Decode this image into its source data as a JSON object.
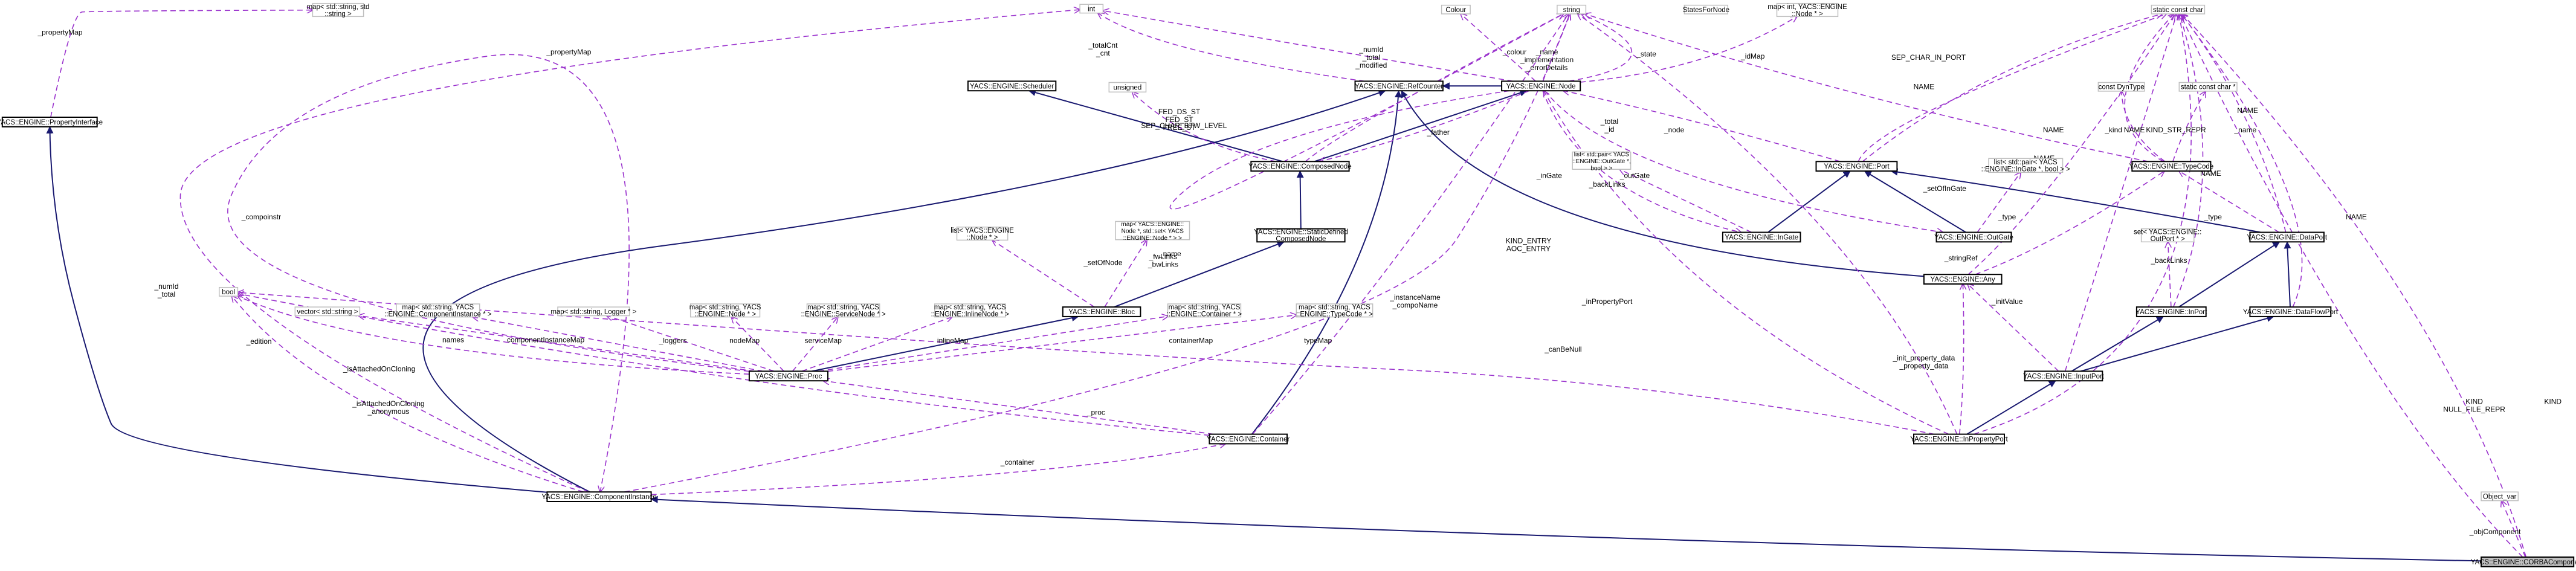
{
  "nodes": {
    "map_string_string_top": "map< std::string, std\n::string >",
    "int": "int",
    "colour": "Colour",
    "string": "string",
    "states_for_node": "StatesForNode",
    "map_int_node": "map< int, YACS::ENGINE\n::Node * >",
    "static_const_char_top": "static const char",
    "property_interface": "YACS::ENGINE::PropertyInterface",
    "scheduler": "YACS::ENGINE::Scheduler",
    "unsigned": "unsigned",
    "ref_counter": "YACS::ENGINE::RefCounter",
    "node": "YACS::ENGINE::Node",
    "composed_node": "YACS::ENGINE::ComposedNode",
    "const_dyn_type": "const DynType",
    "static_const_char_mid": "static const char *",
    "list_pair_outgate": "list< std::pair< YACS\n::ENGINE::OutGate *,\nbool > >",
    "port": "YACS::ENGINE::Port",
    "list_pair_ingate": "list< std::pair< YACS\n::ENGINE::InGate *, bool > >",
    "type_code": "YACS::ENGINE::TypeCode",
    "map_node_set": "map< YACS::ENGINE::\nNode *, std::set< YACS\n::ENGINE::Node * > >",
    "list_node": "list< YACS::ENGINE\n::Node * >",
    "static_defined_composed_node": "YACS::ENGINE::StaticDefined\nComposedNode",
    "in_gate": "YACS::ENGINE::InGate",
    "out_gate": "YACS::ENGINE::OutGate",
    "data_port": "YACS::ENGINE::DataPort",
    "set_outport": "set< YACS::ENGINE::\nOutPort * >",
    "any": "YACS::ENGINE::Any",
    "bool": "bool",
    "vector_string": "vector< std::string >",
    "map_component_instance": "map< std::string, YACS\n::ENGINE::ComponentInstance * >",
    "map_logger": "map< std::string, Logger * >",
    "map_node": "map< std::string, YACS\n::ENGINE::Node * >",
    "map_service_node": "map< std::string, YACS\n::ENGINE::ServiceNode * >",
    "map_inline_node": "map< std::string, YACS\n::ENGINE::InlineNode * >",
    "bloc": "YACS::ENGINE::Bloc",
    "map_container": "map< std::string, YACS\n::ENGINE::Container * >",
    "map_type_code": "map< std::string, YACS\n::ENGINE::TypeCode * >",
    "in_port": "YACS::ENGINE::InPort",
    "data_flow_port": "YACS::ENGINE::DataFlowPort",
    "proc": "YACS::ENGINE::Proc",
    "input_port": "YACS::ENGINE::InputPort",
    "container": "YACS::ENGINE::Container",
    "in_property_port": "YACS::ENGINE::InPropertyPort",
    "component_instance": "YACS::ENGINE::ComponentInstance",
    "object_var": "Object_var",
    "corba_component": "YACS::ENGINE::CORBAComponent"
  },
  "edge_labels": {
    "property_map_left": "_propertyMap",
    "property_map_top": "_propertyMap",
    "total_cnt": "_totalCnt\n_cnt",
    "num_id_total": "_numId\n_total\n_modified",
    "colour": "_colour",
    "name_impl": "_name\n_implementation\n_errorDetails",
    "state": "_state",
    "id_map": "_idMap",
    "sep_char_in_port": "SEP_CHAR_IN_PORT",
    "name_a": "NAME",
    "name_b": "NAME",
    "name_c": "NAME",
    "name_d": "NAME",
    "name_e": "NAME",
    "name_f": "NAME",
    "name_g": "NAME",
    "name_h": "NAME",
    "sep_char_btw_level": "SEP_CHAR_BTW_LEVEL",
    "fed_st": "FED_DS_ST\nFED_ST\nFREE_ST",
    "total_id": "_total\n_id",
    "node_rel": "_node",
    "kind": "_kind",
    "kind_str_repr": "KIND_STR_REPR",
    "name_rel": "_name",
    "father": "_father",
    "in_gate": "_inGate",
    "out_gate": "_outGate",
    "back_links_top": "_backLinks",
    "set_of_in_gate": "_setOfInGate",
    "type_a": "_type",
    "type_b": "_type",
    "kind_entry": "KIND_ENTRY\nAOC_ENTRY",
    "compo_instr": "_compoinstr",
    "num_id_total_left": "_numId\n_total",
    "name_mid": "_name",
    "fw_links": "_fwLinks\n_bwLinks",
    "set_of_node": "_setOfNode",
    "string_ref": "_stringRef",
    "back_links_mid": "_backLinks",
    "in_property_port": "_inPropertyPort",
    "instance_name": "_instanceName\n_compoName",
    "init_value": "_initValue",
    "edition": "_edition",
    "names": "names",
    "component_instance_map": "componentInstanceMap",
    "loggers": "_loggers",
    "node_map": "nodeMap",
    "service_map": "serviceMap",
    "inline_map": "inlineMap",
    "container_map": "containerMap",
    "type_map": "typeMap",
    "can_be_null": "_canBeNull",
    "init_property_data": "_init_property_data\n_property_data",
    "is_attached_a": "_isAttachedOnCloning",
    "is_attached_b": "_isAttachedOnCloning\n_anonymous",
    "proc_rel": "_proc",
    "container_rel": "_container",
    "kind_null_file": "KIND\nNULL_FILE_REPR",
    "kind_far": "KIND",
    "obj_component": "_objComponent"
  },
  "colors": {
    "inheritance_edge": "#191970",
    "usage_edge": "#9a32cd",
    "node_border": "#000000",
    "ghost_border": "#bfbfbf",
    "focus_fill": "#bfbfbf"
  }
}
